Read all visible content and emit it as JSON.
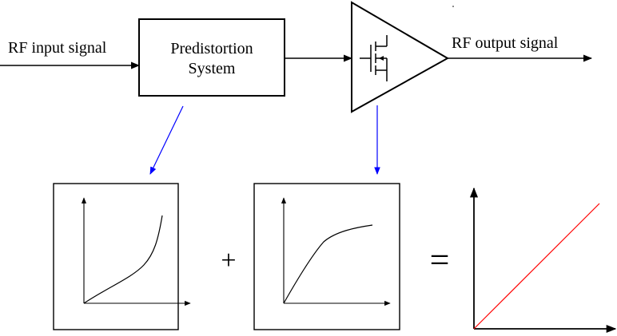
{
  "signal_chain": {
    "input_label": "RF input signal",
    "predistortion_label_line1": "Predistortion",
    "predistortion_label_line2": "System",
    "output_label": "RF output signal"
  },
  "equation": {
    "plus_symbol": "+",
    "equals_symbol": "="
  },
  "colors": {
    "stroke": "#000000",
    "pointer_arrow": "#0000ff",
    "linear_response": "#ff0000",
    "background": "#ffffff"
  }
}
